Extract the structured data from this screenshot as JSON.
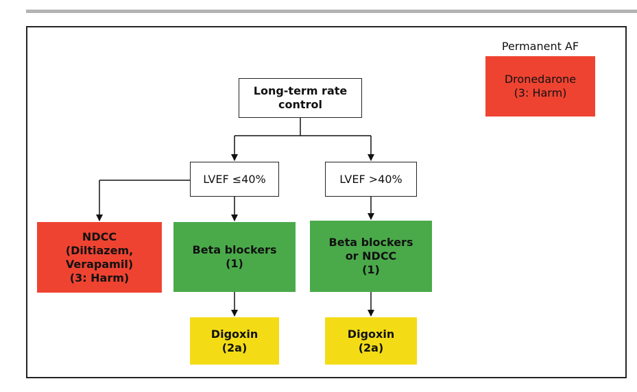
{
  "diagram": {
    "colors": {
      "harm": "#ee4331",
      "recommended": "#4aaa4a",
      "reasonable": "#f3dc16",
      "neutral": "#ffffff",
      "line": "#111111"
    },
    "permanent_af": {
      "caption": "Permanent AF",
      "box_label": "Dronedarone\n(3: Harm)"
    },
    "nodes": {
      "root": "Long-term rate\ncontrol",
      "lvef_low": "LVEF ≤40%",
      "lvef_high": "LVEF >40%",
      "ndcc_harm": "NDCC\n(Diltiazem,\nVerapamil)\n(3: Harm)",
      "beta_blockers": "Beta blockers\n(1)",
      "beta_or_ndcc": "Beta blockers\nor NDCC\n(1)",
      "digoxin_left": "Digoxin\n(2a)",
      "digoxin_right": "Digoxin\n(2a)"
    }
  }
}
